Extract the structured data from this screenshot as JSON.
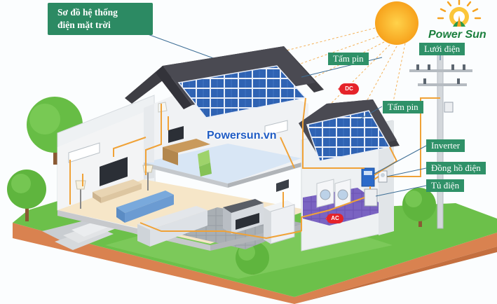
{
  "diagram": {
    "title_lines": [
      "Sơ đồ hệ thống",
      "điện mặt trời"
    ],
    "brand": "Power Sun",
    "watermark": "Powersun.vn",
    "labels": {
      "grid": "Lưới điện",
      "panel_upper": "Tấm pin",
      "panel_lower": "Tấm pin",
      "inverter": "Inverter",
      "meter": "Đồng hồ điện",
      "cabinet": "Tủ điện"
    },
    "badges": {
      "dc": "DC",
      "ac": "AC"
    },
    "colors": {
      "title_bg": "#2c8a63",
      "label_bg": "#2f9168",
      "badge": "#e5232a",
      "wire": "#f0a237",
      "sun": "#fcb42e",
      "panel": "#2f63b3",
      "roof": "#3e3e44",
      "grass": "#6cc04a",
      "soil": "#d98250"
    }
  }
}
